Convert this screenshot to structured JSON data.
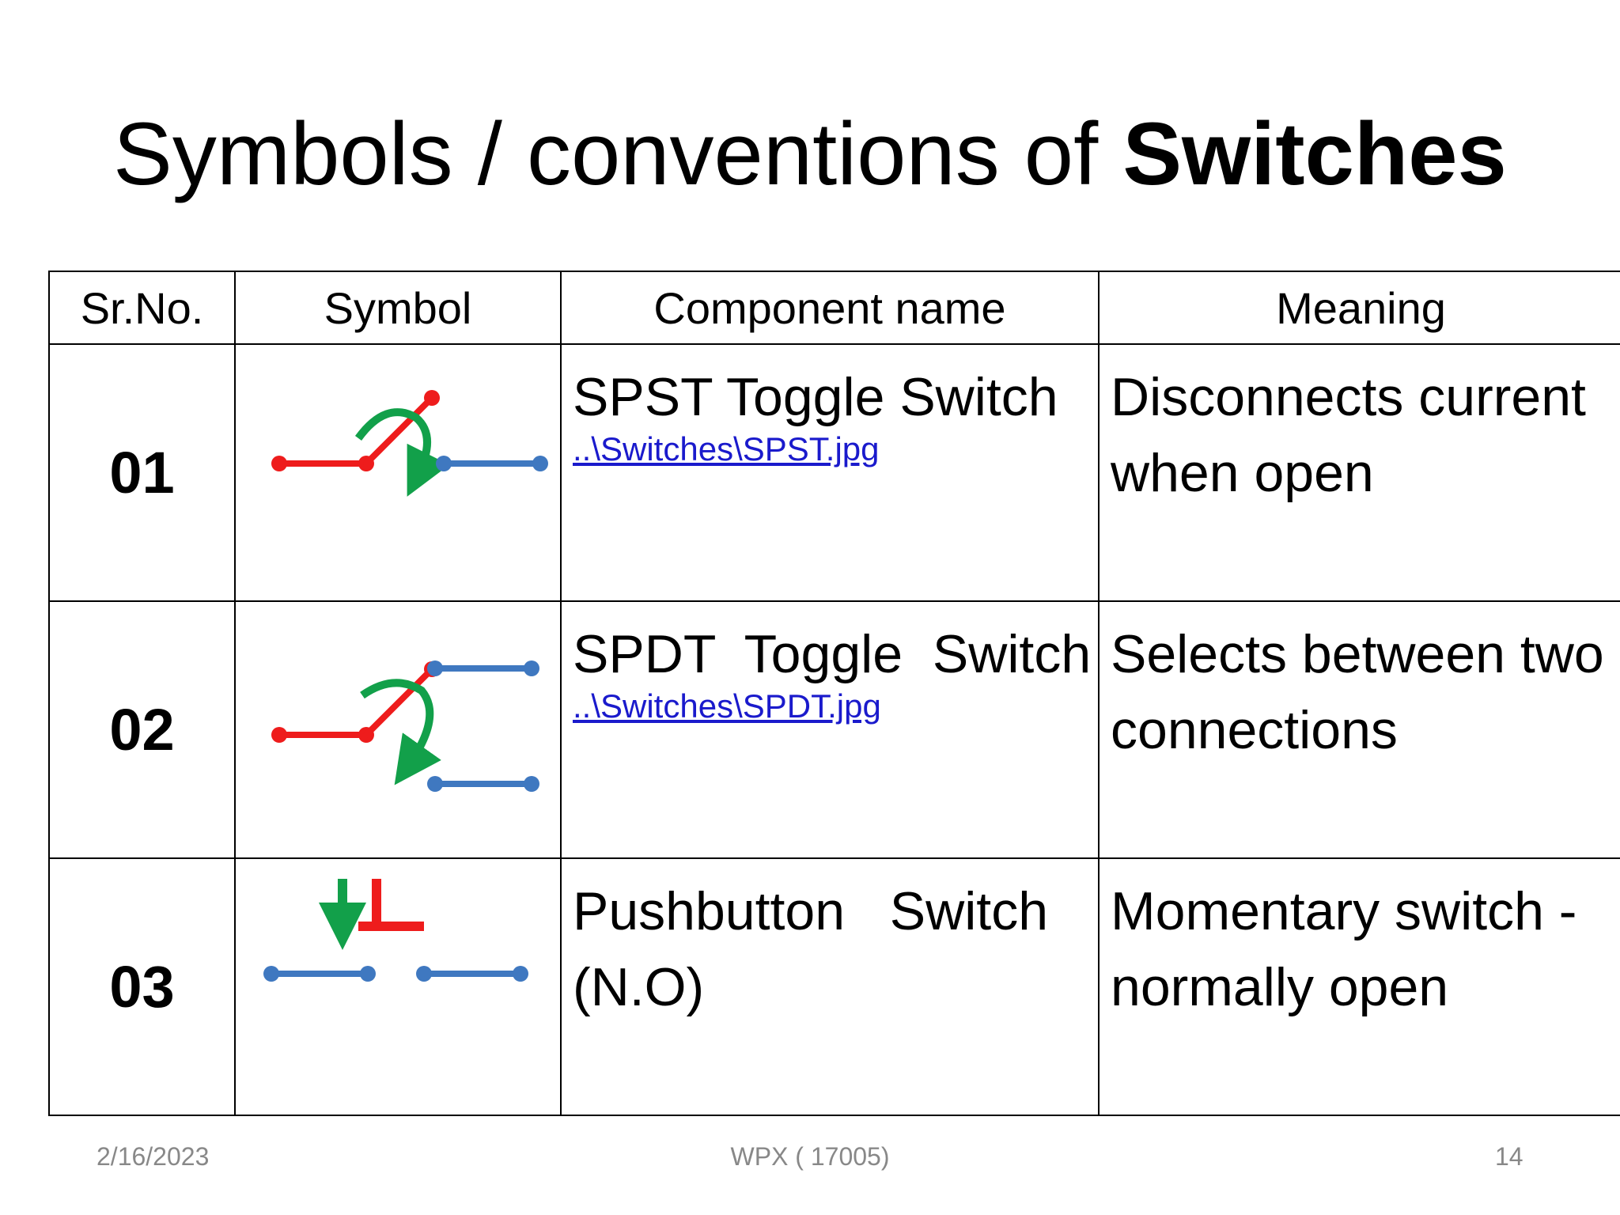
{
  "title": {
    "prefix": "Symbols / conventions of ",
    "bold": "Switches"
  },
  "table": {
    "headers": [
      "Sr.No.",
      "Symbol",
      "Component name",
      "Meaning"
    ],
    "rows": [
      {
        "sr": "01",
        "symbol_icon": "spst-toggle-switch-icon",
        "name": "SPST Toggle Switch",
        "link": "..\\Switches\\SPST.jpg",
        "meaning": "Disconnects current when open"
      },
      {
        "sr": "02",
        "symbol_icon": "spdt-toggle-switch-icon",
        "name": "SPDT  Toggle  Switch",
        "link": "..\\Switches\\SPDT.jpg",
        "meaning": "Selects between two connections"
      },
      {
        "sr": "03",
        "symbol_icon": "pushbutton-switch-icon",
        "name": "Pushbutton   Switch (N.O)",
        "link": "",
        "meaning": "Momentary switch - normally open"
      }
    ]
  },
  "colors": {
    "red": "#ee1c1c",
    "blue": "#3f78c0",
    "green": "#12a04a",
    "link": "#1a1acc"
  },
  "footer": {
    "date": "2/16/2023",
    "center": "WPX ( 17005)",
    "page": "14"
  }
}
